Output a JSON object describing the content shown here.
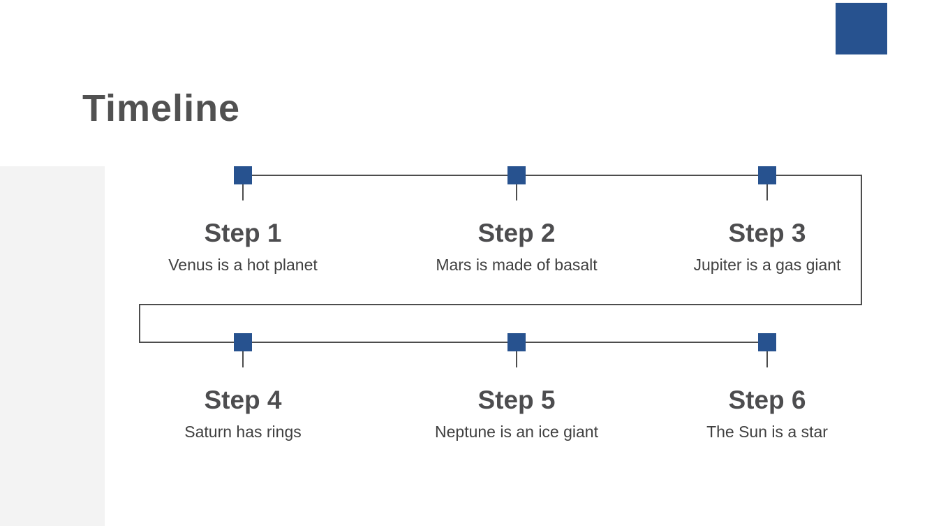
{
  "slide": {
    "title": "Timeline",
    "colors": {
      "accent_blue": "#27528f",
      "line_gray": "#4d4d4d",
      "title_gray": "#515151",
      "heading_gray": "#4d4d4f",
      "body_gray": "#3f3f3f",
      "panel_gray": "#f3f3f3"
    }
  },
  "steps": [
    {
      "label": "Step 1",
      "description": "Venus is a hot planet"
    },
    {
      "label": "Step 2",
      "description": "Mars is made of basalt"
    },
    {
      "label": "Step 3",
      "description": "Jupiter is a gas giant"
    },
    {
      "label": "Step 4",
      "description": "Saturn has rings"
    },
    {
      "label": "Step 5",
      "description": "Neptune is an ice giant"
    },
    {
      "label": "Step 6",
      "description": "The Sun is a star"
    }
  ]
}
